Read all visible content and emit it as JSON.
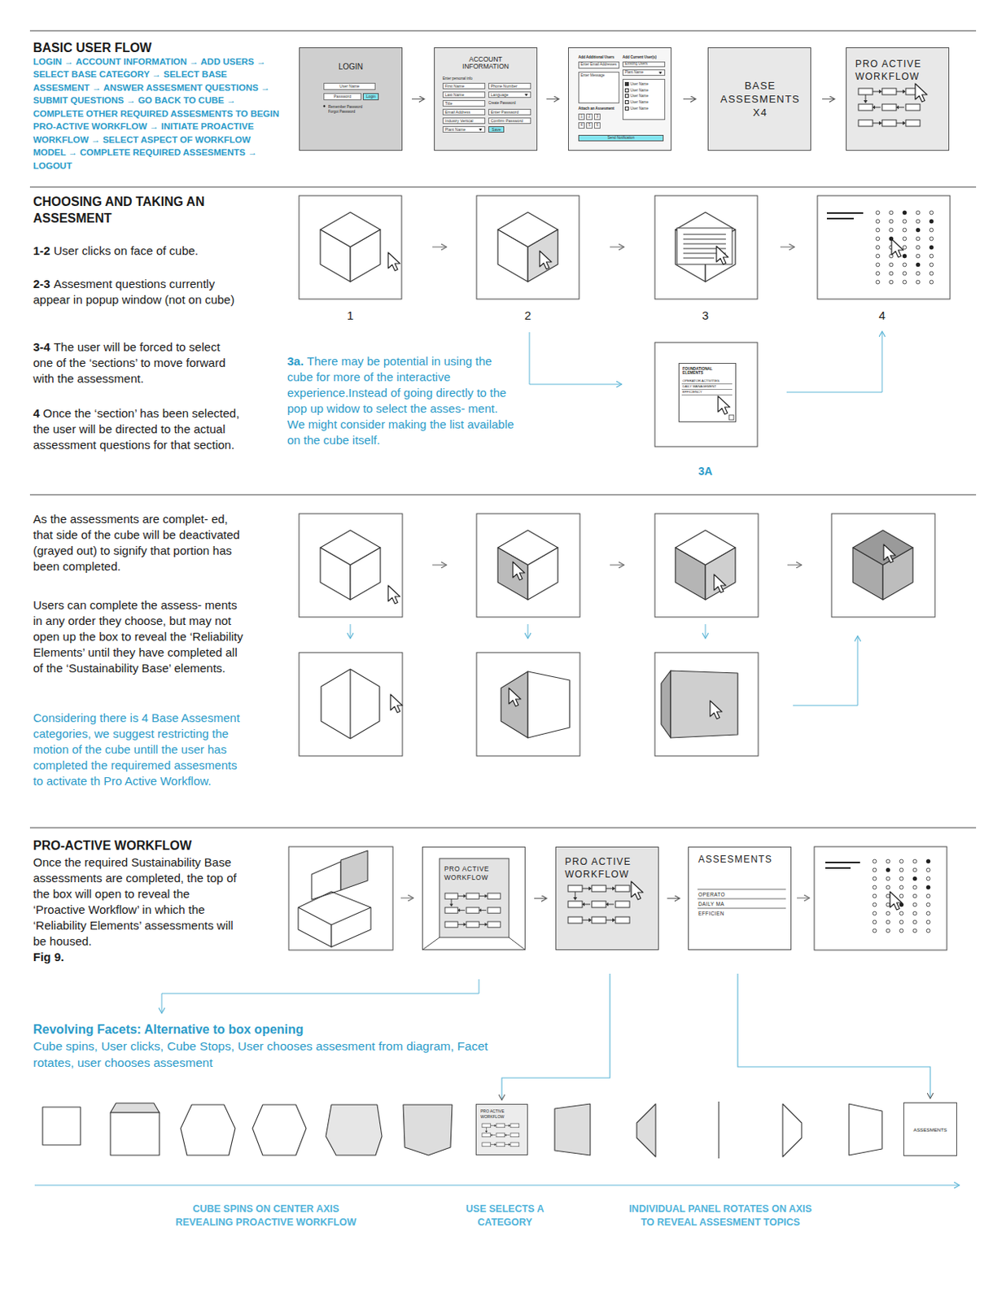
{
  "diagram": {
    "nodes": [
      {
        "text": [
          "LOGIN",
          "Remember Password",
          "Forgot Password"
        ]
      },
      {
        "text": [
          "User Name"
        ],
        "in": 0
      },
      {
        "text": [
          "Password"
        ],
        "in": 0
      },
      {
        "text": [
          "Login"
        ],
        "in": 0
      },
      {
        "text": [
          "ACCOUNT INFORMATION",
          "Enter personal info",
          "Create Password"
        ]
      },
      {
        "text": [
          "First Name"
        ],
        "in": 4
      },
      {
        "text": [
          "Phone Number"
        ],
        "in": 4
      },
      {
        "text": [
          "Last Name"
        ],
        "in": 4
      },
      {
        "text": [
          "Language"
        ],
        "in": 4
      },
      {
        "text": [
          "Title"
        ],
        "in": 4
      },
      {
        "text": [
          "Email Address"
        ],
        "in": 4
      },
      {
        "text": [
          "Enter Password"
        ],
        "in": 4
      },
      {
        "text": [
          "Industry Vertical"
        ],
        "in": 4
      },
      {
        "text": [
          "Confirm Password"
        ],
        "in": 4
      },
      {
        "text": [
          "Plant Name"
        ],
        "in": 4
      },
      {
        "text": [
          "Save"
        ],
        "in": 4
      },
      {
        "text": [
          "Add Additional Users",
          "Add Current User(s)",
          "Attach an Assesment"
        ]
      },
      {
        "text": [
          "Enter Email Addresses"
        ],
        "in": 16
      },
      {
        "text": [
          "Existing Users"
        ],
        "in": 16
      },
      {
        "text": [
          "Plant Name"
        ],
        "in": 16
      },
      {
        "text": [
          "Enter Message"
        ],
        "in": 16
      },
      {
        "text": [
          "User Name",
          "User Name",
          "User Name",
          "User Name",
          "User Name"
        ],
        "in": 16
      },
      {
        "text": [
          "1"
        ],
        "in": 16
      },
      {
        "text": [
          "2"
        ],
        "in": 16
      },
      {
        "text": [
          "3"
        ],
        "in": 16
      },
      {
        "text": [
          "4"
        ],
        "in": 16
      },
      {
        "text": [
          "5"
        ],
        "in": 16
      },
      {
        "text": [
          "6"
        ],
        "in": 16
      },
      {
        "text": [
          "Send Notification"
        ],
        "in": 16
      },
      {
        "text": [
          "BASE ASSESMENTS X4"
        ]
      },
      {
        "text": [
          "PRO ACTIVE WORKFLOW"
        ]
      },
      {
        "text": [
          "FOUNDATIONAL ELEMENTS",
          "OPERATOR ACTIVITIES",
          "DAILY MANAGEMENT",
          "EFFICIENCY"
        ]
      },
      {
        "text": [
          "PRO ACTIVE WORKFLOW"
        ]
      },
      {
        "text": [
          "PRO ACTIVE WORKFLOW"
        ]
      },
      {
        "text": [
          "ASSESMENTS",
          "OPERATO",
          "DAILY MA",
          "EFFICIEN"
        ]
      },
      {
        "text": [
          "PRO ACTIVE WORKFLOW"
        ]
      },
      {
        "text": [
          "ASSESMENTS"
        ]
      }
    ],
    "edges": [
      {
        "from": 0,
        "to": 4,
        "arrow": "to"
      },
      {
        "from": 4,
        "to": 16,
        "arrow": "to"
      },
      {
        "from": 16,
        "to": 29,
        "arrow": "to"
      },
      {
        "from": 29,
        "to": 30,
        "arrow": "to"
      },
      {
        "from": 32,
        "to": 33,
        "arrow": "to"
      },
      {
        "from": 33,
        "to": 34,
        "arrow": "to"
      },
      {
        "from": 33,
        "to": 35,
        "arrow": "to"
      },
      {
        "from": 34,
        "to": 36,
        "arrow": "to"
      }
    ],
    "labels": [
      "BASIC USER FLOW",
      "LOGIN → ACCOUNT INFORMATION → ADD USERS → SELECT BASE CATEGORY → SELECT BASE ASSESMENT → ANSWER ASSESMENT QUESTIONS → SUBMIT QUESTIONS → GO BACK TO CUBE → COMPLETE OTHER REQUIRED ASSESMENTS TO BEGIN PRO-ACTIVE WORKFLOW → INITIATE PROACTIVE WORKFLOW → SELECT ASPECT OF WORKFLOW MODEL → COMPLETE REQUIRED ASSESMENTS → LOGOUT",
      "CHOOSING AND TAKING AN ASSESMENT",
      "1-2",
      "User clicks on face of cube.",
      "2-3",
      "Assesment questions currently appear in popup window (not on cube)",
      "3-4",
      "The user will be forced to select one of the ‘sections’ to move forward with the assessment.",
      "4",
      "Once the ‘section’ has been selected, the user will be directed to the actual assessment questions for that section.",
      "1",
      "2",
      "3",
      "4",
      "3a.",
      "There may be potential in using the cube for more of the interactive experience.Instead of going directly to the pop up widow to select the asses- ment. We might consider making the list available on the cube itself.",
      "3A",
      "As the assessments are complet- ed, that side of the cube will be deactivated (grayed out) to signify that portion has been completed.",
      "Users can complete the assess- ments in any order they choose, but may not open up the box to reveal the ‘Reliability Elements’ until they have completed all of the ‘Sustainability Base’ elements.",
      "Considering there is 4 Base Assesment categories, we suggest restricting the motion of the cube untill the user has completed the requiremed assesments to activate th Pro Active Workflow.",
      "PRO-ACTIVE WORKFLOW",
      "Once the required Sustainability Base assessments are completed, the top of the box will open to reveal the ‘Proactive Workflow’ in which the ‘Reliability Elements’ assessments will be housed.",
      "Fig 9.",
      "Revolving Facets: Alternative to box opening",
      "Cube spins, User clicks, Cube Stops, User chooses assesment from diagram, Facet rotates, user chooses assesment",
      "CUBE SPINS ON CENTER AXIS REVEALING PROACTIVE WORKFLOW",
      "USE SELECTS A CATEGORY",
      "INDIVIDUAL PANEL ROTATES ON AXIS TO REVEAL ASSESMENT TOPICS"
    ]
  }
}
